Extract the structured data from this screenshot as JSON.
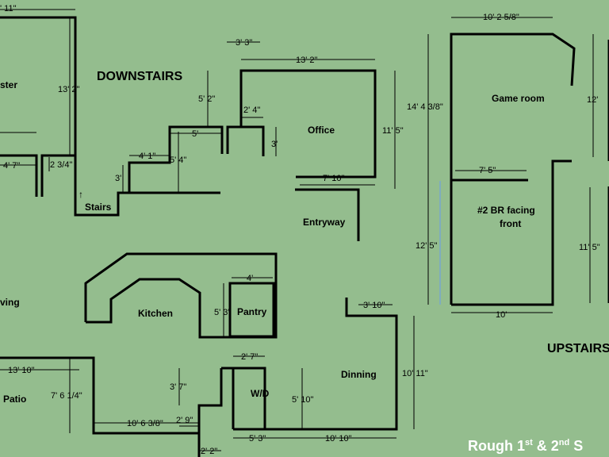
{
  "headings": {
    "downstairs": "DOWNSTAIRS",
    "upstairs": "UPSTAIRS"
  },
  "caption": {
    "main": "Rough 1",
    "sup1": "st",
    "mid": " & 2",
    "sup2": "nd",
    "tail": " S"
  },
  "rooms": {
    "master": "ster",
    "stairs": "Stairs",
    "office": "Office",
    "entryway": "Entryway",
    "kitchen": "Kitchen",
    "pantry": "Pantry",
    "living": "ving",
    "patio": "Patio",
    "wd": "W/D",
    "dinning": "Dinning",
    "game_room": "Game room",
    "bedroom2_line1": "#2 BR facing",
    "bedroom2_line2": "front"
  },
  "dimensions": {
    "top_left": "' 11\"",
    "master_height": "13' 2\"",
    "master_small_width": "4' 7\"",
    "master_small_depth": "2 3/4\"",
    "stairs_top_width": "4' 1\"",
    "stairs_height": "3'",
    "stairs_right": "5' 4\"",
    "office_wing_width": "3' 3\"",
    "office_width": "13' 2\"",
    "office_wing_height": "5' 2\"",
    "closet_width": "5'",
    "closet_inner": "2' 4\"",
    "closet_depth": "3'",
    "office_height": "11' 5\"",
    "office_inner_width": "7' 10\"",
    "entry_width": "3' 10\"",
    "pantry_width": "4'",
    "pantry_height": "5' 3\"",
    "patio_width": "13' 10\"",
    "patio_height": "7' 6 1/4\"",
    "patio_bottom": "10' 6 3/8\"",
    "wd_top": "2' 7\"",
    "wd_left": "3' 7\"",
    "wd_left_width": "2' 9\"",
    "wd_bottom_small": "2' 2\"",
    "wd_height": "5' 10\"",
    "wd_width": "5' 3\"",
    "dinning_height": "10' 11\"",
    "dinning_width": "10' 10\"",
    "game_width": "10' 2 5/8\"",
    "game_height": "14' 4 3/8\"",
    "game_inner_width": "7' 5\"",
    "bedroom_height": "12' 5\"",
    "bedroom_width": "10'",
    "right_upper": "12'",
    "right_lower": "11' 5\""
  }
}
